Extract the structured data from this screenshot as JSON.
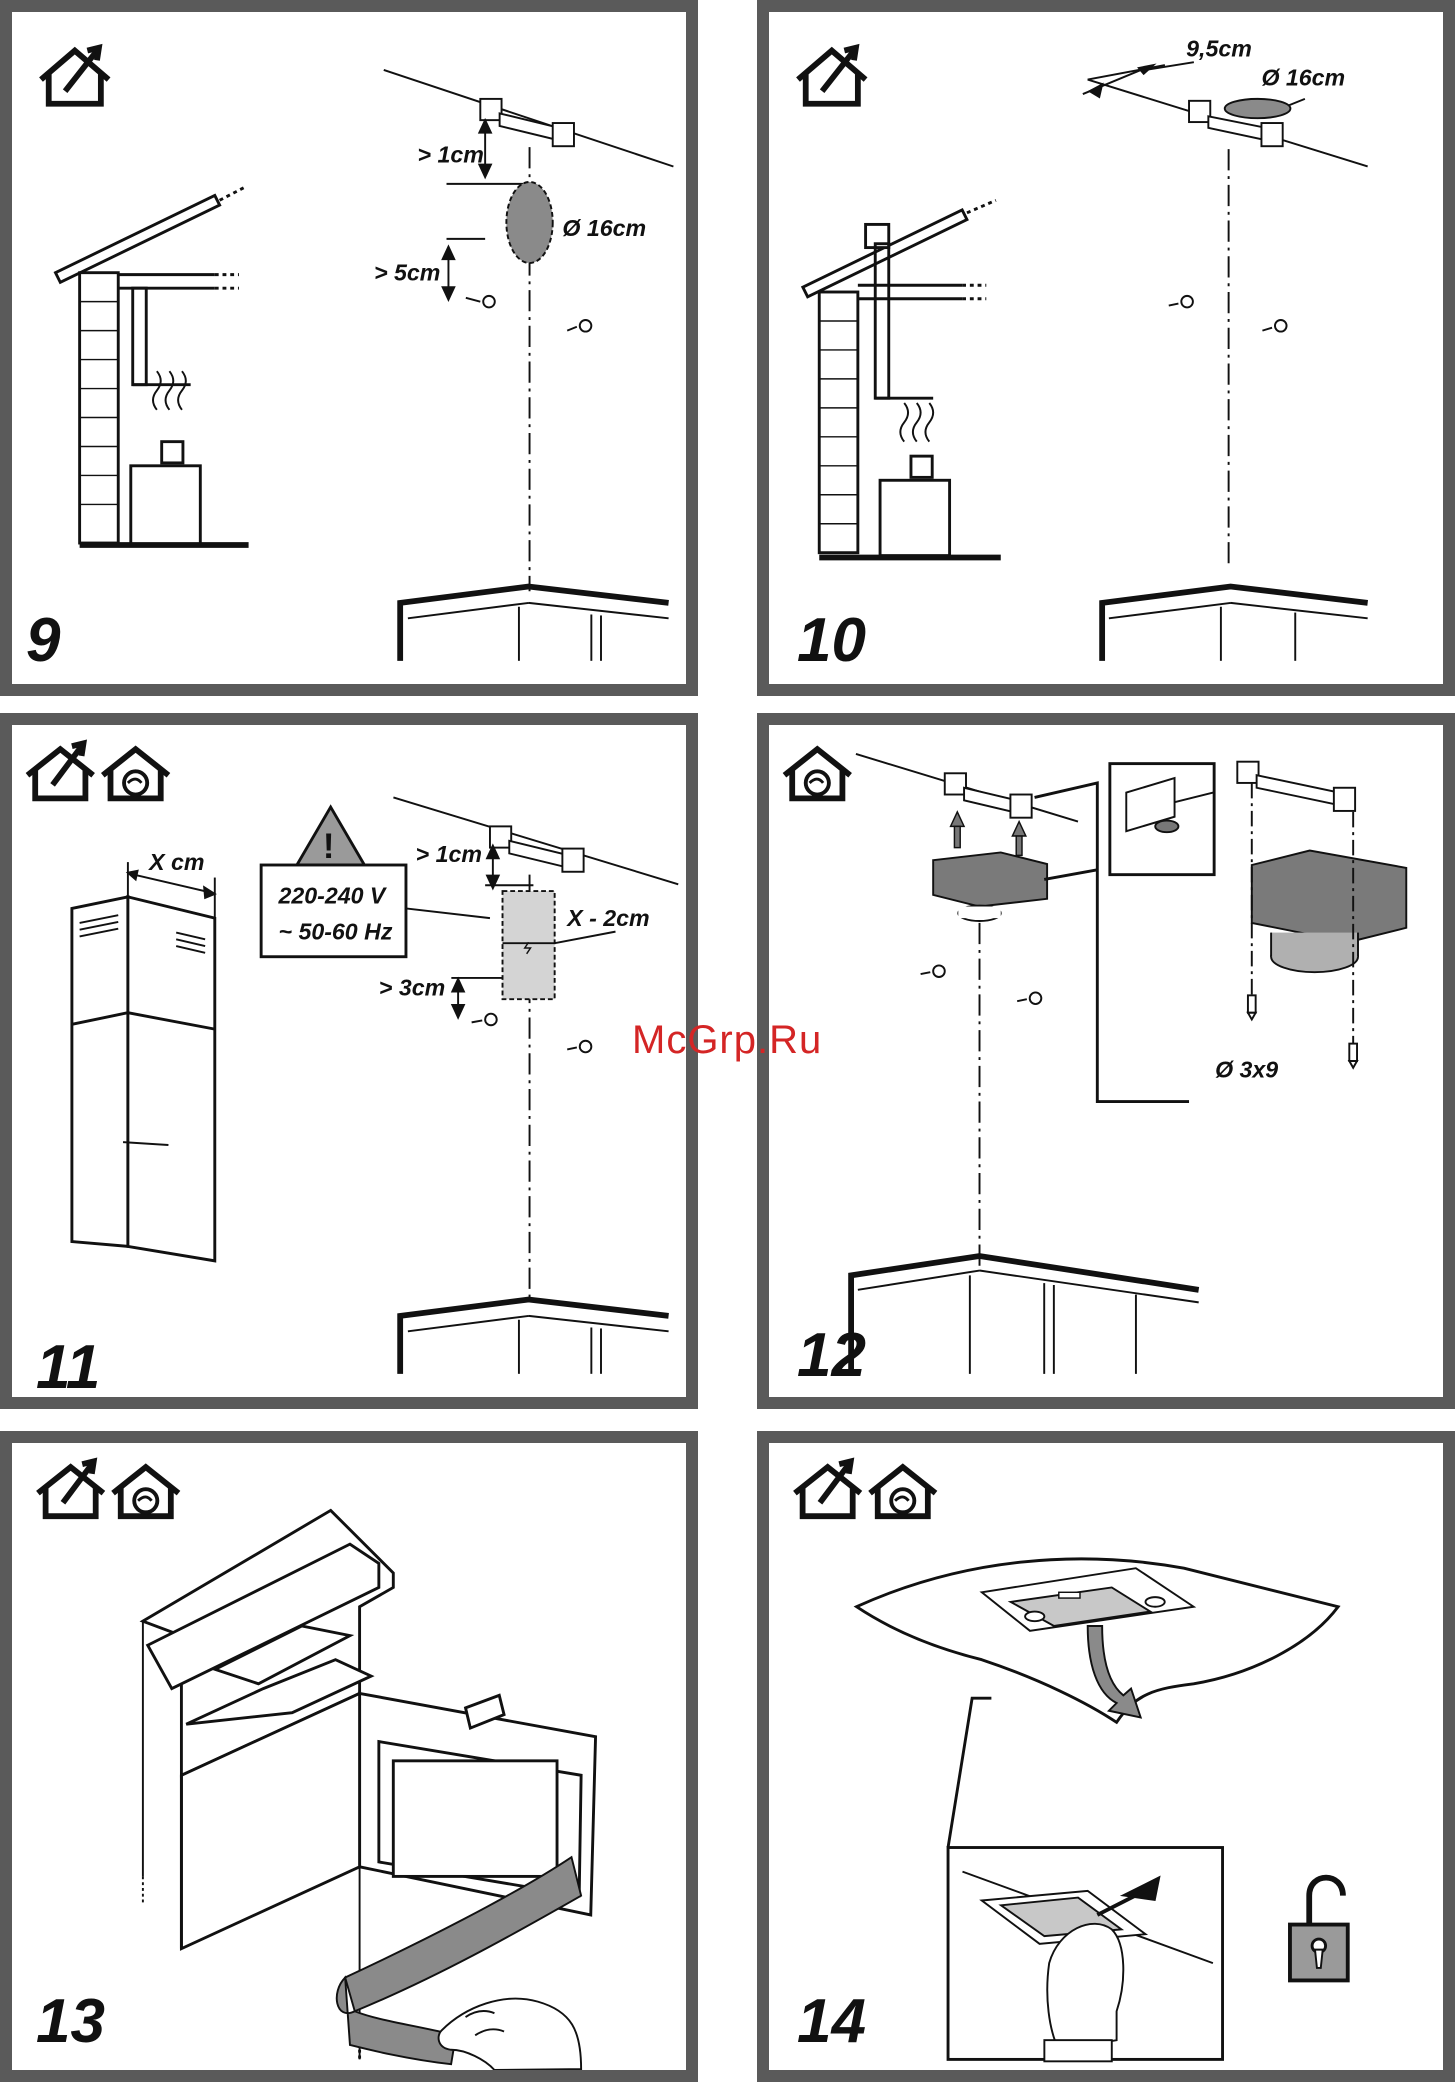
{
  "watermark": "McGrp.Ru",
  "panels": [
    {
      "step": "9",
      "icons": [
        "house-vent-out-icon"
      ],
      "labels": {
        "top_gap": "> 1cm",
        "hole": "Ø 16cm",
        "screw_gap": "> 5cm"
      }
    },
    {
      "step": "10",
      "icons": [
        "house-vent-out-icon"
      ],
      "labels": {
        "wall_gap": "9,5cm",
        "hole": "Ø 16cm"
      }
    },
    {
      "step": "11",
      "icons": [
        "house-vent-out-icon",
        "house-recirculation-icon"
      ],
      "labels": {
        "chimney_width": "X cm",
        "top_gap": "> 1cm",
        "socket_width": "X - 2cm",
        "screw_gap": "> 3cm"
      },
      "warning": {
        "symbol": "!",
        "voltage": "220-240 V",
        "frequency": "~ 50-60 Hz"
      }
    },
    {
      "step": "12",
      "icons": [
        "house-recirculation-icon"
      ],
      "labels": {
        "screw": "Ø 3x9"
      }
    },
    {
      "step": "13",
      "icons": [
        "house-vent-out-icon",
        "house-recirculation-icon"
      ],
      "labels": {}
    },
    {
      "step": "14",
      "icons": [
        "house-vent-out-icon",
        "house-recirculation-icon",
        "unlock-padlock-icon"
      ],
      "labels": {}
    }
  ]
}
